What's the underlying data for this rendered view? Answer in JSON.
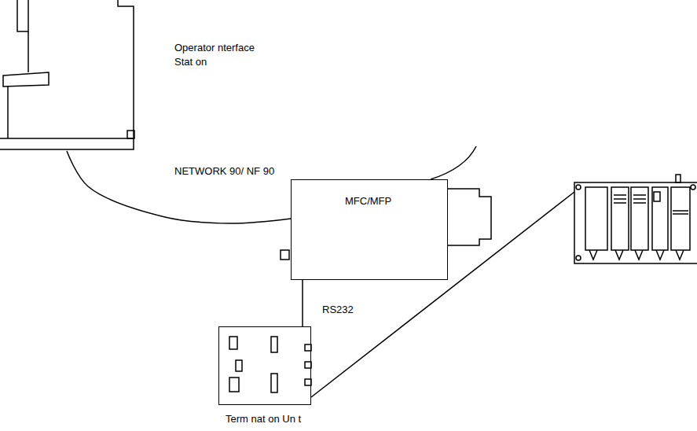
{
  "diagram": {
    "nodes": [
      {
        "text": [
          "Operator nterface Stat on"
        ]
      },
      {
        "text": [
          "MFC/MFP"
        ]
      },
      {
        "text": [
          "Term nat on Un t"
        ]
      }
    ],
    "edges": [
      {
        "from": 0,
        "to": 1,
        "arrow": "none",
        "label": "NETWORK 90/ NF 90"
      },
      {
        "from": 1,
        "to": 2,
        "arrow": "none"
      }
    ],
    "labels": [
      "RS232"
    ]
  }
}
